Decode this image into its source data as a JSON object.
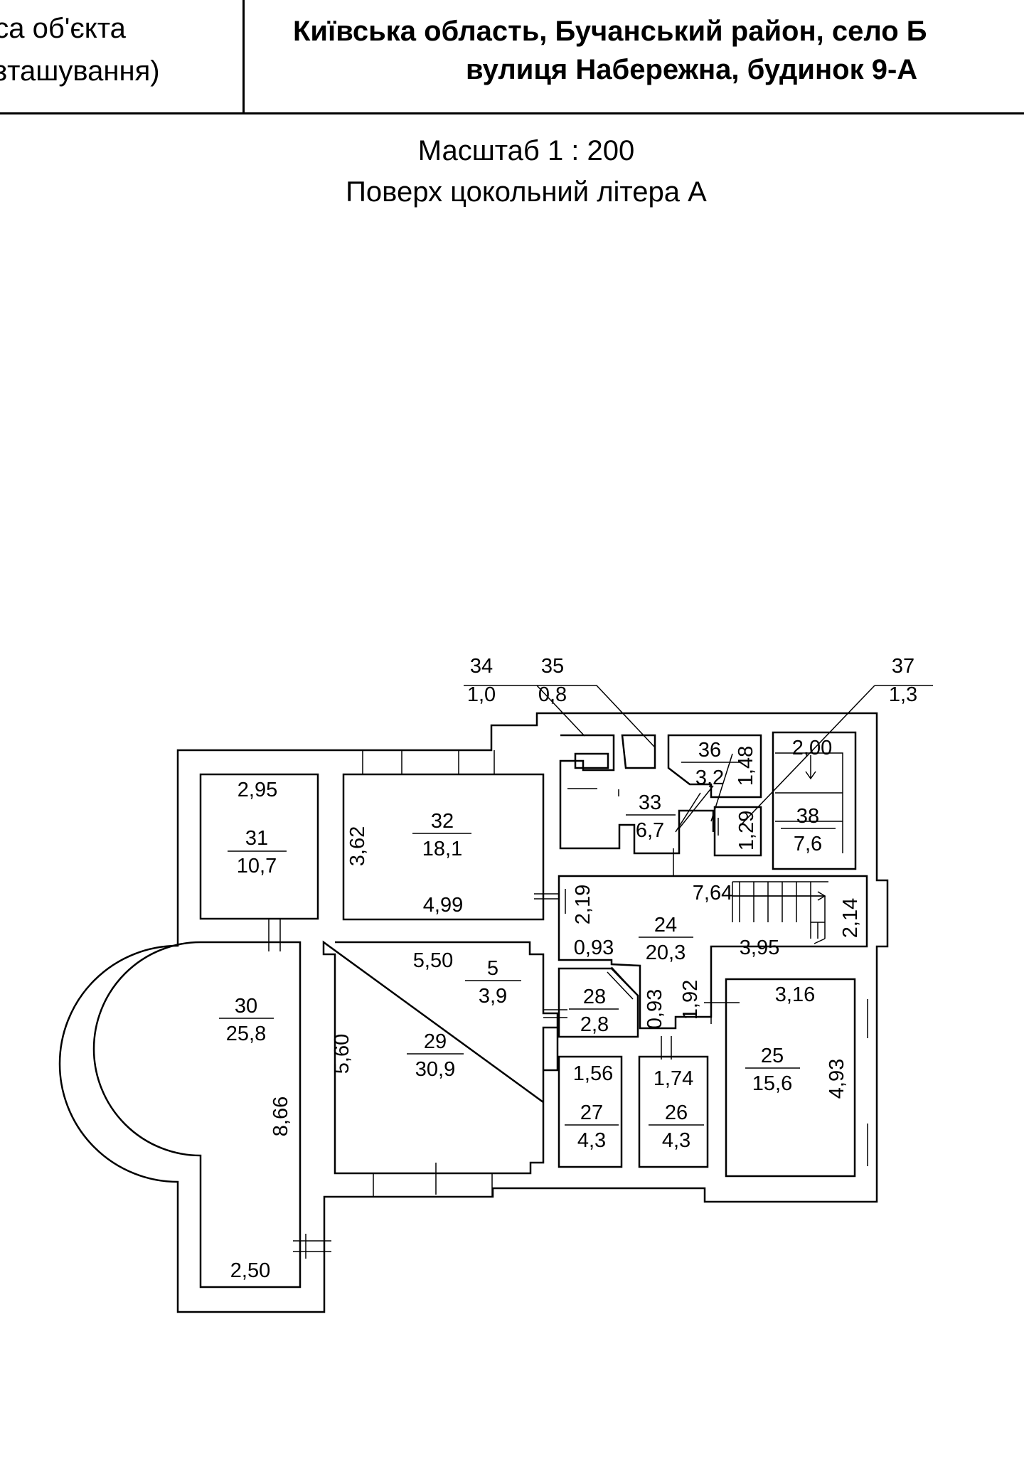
{
  "header": {
    "left_line1": "еса об'єкта",
    "left_line2": "озташування)",
    "right_line1": "Київська область, Бучанський район, село Б",
    "right_line2": "вулиця Набережна, будинок 9-А"
  },
  "caption": {
    "scale": "Масштаб 1 : 200",
    "floor": "Поверх цокольний літера А"
  },
  "rooms": {
    "r24": {
      "num": "24",
      "area": "20,3"
    },
    "r25": {
      "num": "25",
      "area": "15,6"
    },
    "r26": {
      "num": "26",
      "area": "4,3"
    },
    "r27": {
      "num": "27",
      "area": "4,3"
    },
    "r28": {
      "num": "28",
      "area": "2,8"
    },
    "r29": {
      "num": "29",
      "area": "30,9"
    },
    "r30": {
      "num": "30",
      "area": "25,8"
    },
    "r31": {
      "num": "31",
      "area": "10,7"
    },
    "r32": {
      "num": "32",
      "area": "18,1"
    },
    "r33": {
      "num": "33",
      "area": "6,7"
    },
    "r34": {
      "num": "34",
      "area": "1,0"
    },
    "r35": {
      "num": "35",
      "area": "0,8"
    },
    "r36": {
      "num": "36",
      "area": "3,2"
    },
    "r37": {
      "num": "37",
      "area": "1,3"
    },
    "r38": {
      "num": "38",
      "area": "7,6"
    },
    "r5": {
      "num": "5",
      "area": "3,9"
    }
  },
  "dims": {
    "d_295": "2,95",
    "d_362": "3,62",
    "d_499": "4,99",
    "d_550": "5,50",
    "d_560": "5,60",
    "d_866": "8,66",
    "d_250": "2,50",
    "d_219": "2,19",
    "d_093a": "0,93",
    "d_093b": "0,93",
    "d_764": "7,64",
    "d_214": "2,14",
    "d_395": "3,95",
    "d_192": "1,92",
    "d_316": "3,16",
    "d_493": "4,93",
    "d_156": "1,56",
    "d_174": "1,74",
    "d_148": "1,48",
    "d_129": "1,29",
    "d_200": "2,00"
  }
}
